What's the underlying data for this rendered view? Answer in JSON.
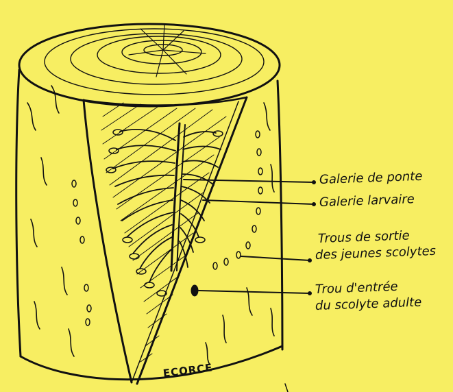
{
  "labels": {
    "galerie_ponte": "Galerie de ponte",
    "galerie_larvaire": "Galerie larvaire",
    "trous_sortie_line1": "Trous de sortie",
    "trous_sortie_line2": "des jeunes scolytes",
    "trou_entree_line1": "Trou d'entrée",
    "trou_entree_line2": "du scolyte adulte",
    "ecorce": "ECORCE"
  },
  "colors": {
    "background": "#f7ee62",
    "ink": "#111111"
  }
}
